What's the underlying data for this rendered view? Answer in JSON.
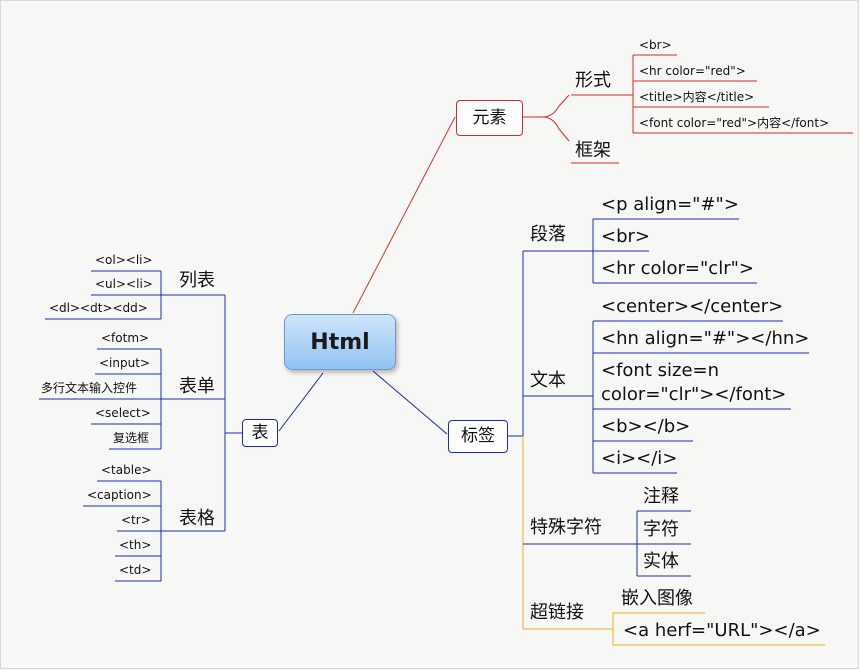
{
  "root": "Html",
  "elements": {
    "label": "元素",
    "form": {
      "label": "形式",
      "items": [
        "<br>",
        "<hr color=\"red\">",
        "<title>内容</title>",
        "<font color=\"red\">内容</font>"
      ]
    },
    "frame": {
      "label": "框架"
    }
  },
  "tags": {
    "label": "标签",
    "paragraph": {
      "label": "段落",
      "items": [
        "<p align=\"#\">",
        "<br>",
        "<hr color=\"clr\">"
      ]
    },
    "text": {
      "label": "文本",
      "items": [
        "<center></center>",
        "<hn align=\"#\"></hn>",
        "<font size=n",
        "color=\"clr\"></font>",
        "<b></b>",
        "<i></i>"
      ]
    },
    "special": {
      "label": "特殊字符",
      "items": [
        "注释",
        "字符",
        "实体"
      ]
    },
    "link": {
      "label": "超链接",
      "items": [
        "嵌入图像",
        "<a herf=\"URL\"></a>"
      ]
    }
  },
  "table": {
    "label": "表",
    "list": {
      "label": "列表",
      "items": [
        "<ol><li>",
        "<ul><li>",
        "<dl><dt><dd>"
      ]
    },
    "form": {
      "label": "表单",
      "items": [
        "<fotm>",
        "<input>",
        "多行文本输入控件",
        "<select>",
        "复选框"
      ]
    },
    "grid": {
      "label": "表格",
      "items": [
        "<table>",
        "<caption>",
        "<tr>",
        "<th>",
        "<td>"
      ]
    }
  }
}
